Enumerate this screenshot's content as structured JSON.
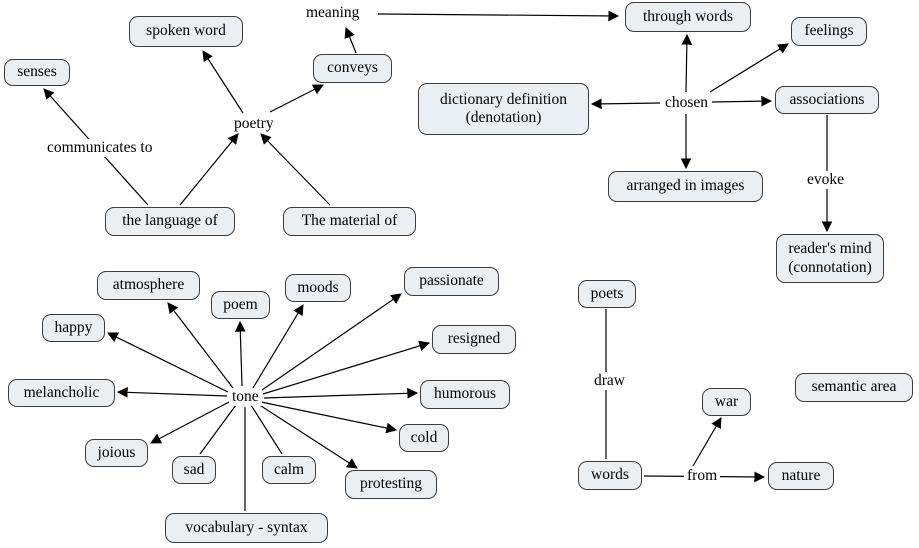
{
  "colors": {
    "node_fill": "#e9eff3",
    "node_border": "#3c3c3c",
    "line": "#000000",
    "background": "#ffffff"
  },
  "nodes": {
    "spoken_word": {
      "label": "spoken word"
    },
    "through_words": {
      "label": "through words"
    },
    "feelings": {
      "label": "feelings"
    },
    "senses": {
      "label": "senses"
    },
    "conveys": {
      "label": "conveys"
    },
    "dictionary_definition": {
      "label": "dictionary definition (denotation)"
    },
    "associations": {
      "label": "associations"
    },
    "arranged_in_images": {
      "label": "arranged in images"
    },
    "readers_mind": {
      "label": "reader's mind (connotation)"
    },
    "the_language_of": {
      "label": "the language of"
    },
    "the_material_of": {
      "label": "The material of"
    },
    "atmosphere": {
      "label": "atmosphere"
    },
    "poem": {
      "label": "poem"
    },
    "moods": {
      "label": "moods"
    },
    "passionate": {
      "label": "passionate"
    },
    "happy": {
      "label": "happy"
    },
    "resigned": {
      "label": "resigned"
    },
    "melancholic": {
      "label": "melancholic"
    },
    "humorous": {
      "label": "humorous"
    },
    "cold": {
      "label": "cold"
    },
    "joious": {
      "label": "joious"
    },
    "sad": {
      "label": "sad"
    },
    "calm": {
      "label": "calm"
    },
    "protesting": {
      "label": "protesting"
    },
    "vocabulary_syntax": {
      "label": "vocabulary - syntax"
    },
    "poets": {
      "label": "poets"
    },
    "war": {
      "label": "war"
    },
    "semantic_area": {
      "label": "semantic area"
    },
    "words": {
      "label": "words"
    },
    "nature": {
      "label": "nature"
    }
  },
  "labels": {
    "meaning": "meaning",
    "chosen": "chosen",
    "communicates_to": "communicates to",
    "poetry": "poetry",
    "evoke": "evoke",
    "tone": "tone",
    "draw": "draw",
    "from": "from"
  },
  "edges": [
    {
      "from": "conveys",
      "to": "meaning",
      "arrow": true
    },
    {
      "from": "meaning",
      "to": "through_words",
      "arrow": true
    },
    {
      "from": "poetry",
      "to": "spoken_word",
      "arrow": true
    },
    {
      "from": "poetry",
      "to": "conveys",
      "arrow": true
    },
    {
      "from": "the_language_of",
      "to": "senses",
      "via_label": "communicates_to",
      "arrow": true
    },
    {
      "from": "the_language_of",
      "to": "poetry",
      "arrow": true
    },
    {
      "from": "the_material_of",
      "to": "poetry",
      "arrow": true
    },
    {
      "from": "chosen",
      "to": "through_words",
      "arrow": true
    },
    {
      "from": "chosen",
      "to": "feelings",
      "arrow": true
    },
    {
      "from": "chosen",
      "to": "dictionary_definition",
      "arrow": true
    },
    {
      "from": "chosen",
      "to": "associations",
      "arrow": true
    },
    {
      "from": "chosen",
      "to": "arranged_in_images",
      "arrow": true
    },
    {
      "from": "associations",
      "to": "readers_mind",
      "via_label": "evoke",
      "arrow": true
    },
    {
      "from": "tone",
      "to": "atmosphere",
      "arrow": true
    },
    {
      "from": "tone",
      "to": "poem",
      "arrow": true
    },
    {
      "from": "tone",
      "to": "moods",
      "arrow": true
    },
    {
      "from": "tone",
      "to": "passionate",
      "arrow": true
    },
    {
      "from": "tone",
      "to": "happy",
      "arrow": true
    },
    {
      "from": "tone",
      "to": "resigned",
      "arrow": true
    },
    {
      "from": "tone",
      "to": "melancholic",
      "arrow": true
    },
    {
      "from": "tone",
      "to": "humorous",
      "arrow": true
    },
    {
      "from": "tone",
      "to": "cold",
      "arrow": true
    },
    {
      "from": "tone",
      "to": "joious",
      "arrow": true
    },
    {
      "from": "tone",
      "to": "protesting",
      "arrow": true
    },
    {
      "from": "tone",
      "to": "sad",
      "arrow": false
    },
    {
      "from": "tone",
      "to": "calm",
      "arrow": false
    },
    {
      "from": "tone",
      "to": "vocabulary_syntax",
      "arrow": false
    },
    {
      "from": "poets",
      "to": "words",
      "via_label": "draw",
      "arrow": false
    },
    {
      "from": "words",
      "to": "nature",
      "via_label": "from",
      "arrow": true
    },
    {
      "from": "words",
      "to": "war",
      "arrow": true
    }
  ]
}
